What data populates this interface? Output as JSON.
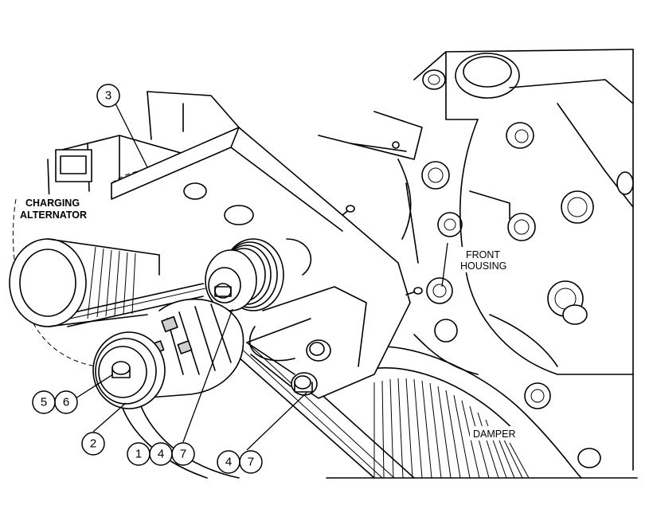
{
  "labels": {
    "charging_alternator": [
      "CHARGING",
      "ALTERNATOR"
    ],
    "front_housing": [
      "FRONT",
      "HOUSING"
    ],
    "damper": "DAMPER"
  },
  "callouts": {
    "c3": "3",
    "c5": "5",
    "c6": "6",
    "c2": "2",
    "c1a": "1",
    "c4a": "4",
    "c7a": "7",
    "c4b": "4",
    "c7b": "7"
  }
}
